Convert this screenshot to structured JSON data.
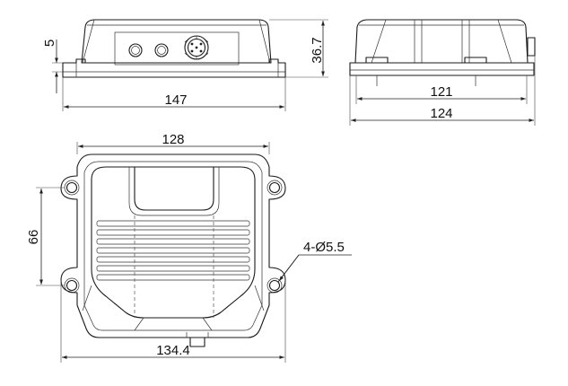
{
  "dimensions": {
    "side_width": "147",
    "side_height": "36.7",
    "foot_height": "5",
    "end_inner": "121",
    "end_outer": "124",
    "top_width": "128",
    "top_height": "66",
    "bottom_width": "134.4",
    "hole_callout": "4-Ø5.5"
  },
  "colors": {
    "line": "#1a1a1a",
    "background": "#ffffff"
  },
  "icons": {
    "connector": "m12-connector-icon",
    "led": "led-indicator-icon"
  }
}
